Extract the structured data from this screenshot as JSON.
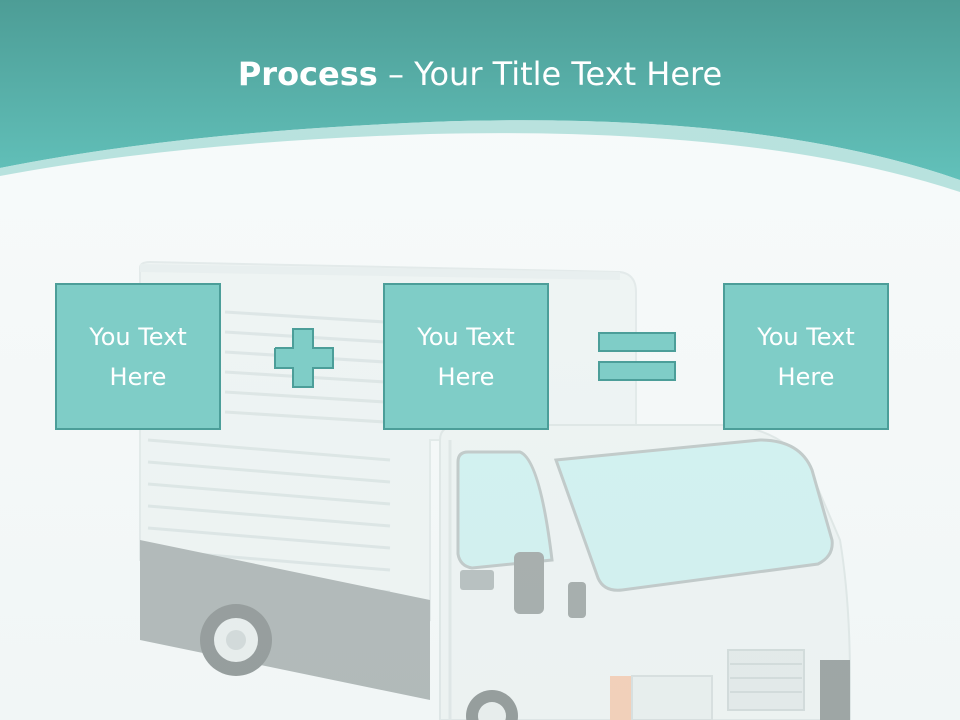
{
  "slide": {
    "title_bold": "Process",
    "title_rest": " – Your Title Text Here",
    "colors": {
      "header_teal": "#5bbcb5",
      "box_fill": "#7fcdc7",
      "box_border": "#4c9e99",
      "text": "#ffffff"
    }
  },
  "process": {
    "step1": {
      "line1": "You Text",
      "line2": "Here"
    },
    "operator1": "plus-icon",
    "step2": {
      "line1": "You Text",
      "line2": "Here"
    },
    "operator2": "equals-icon",
    "step3": {
      "line1": "You Text",
      "line2": "Here"
    }
  },
  "background_image": "delivery-truck"
}
